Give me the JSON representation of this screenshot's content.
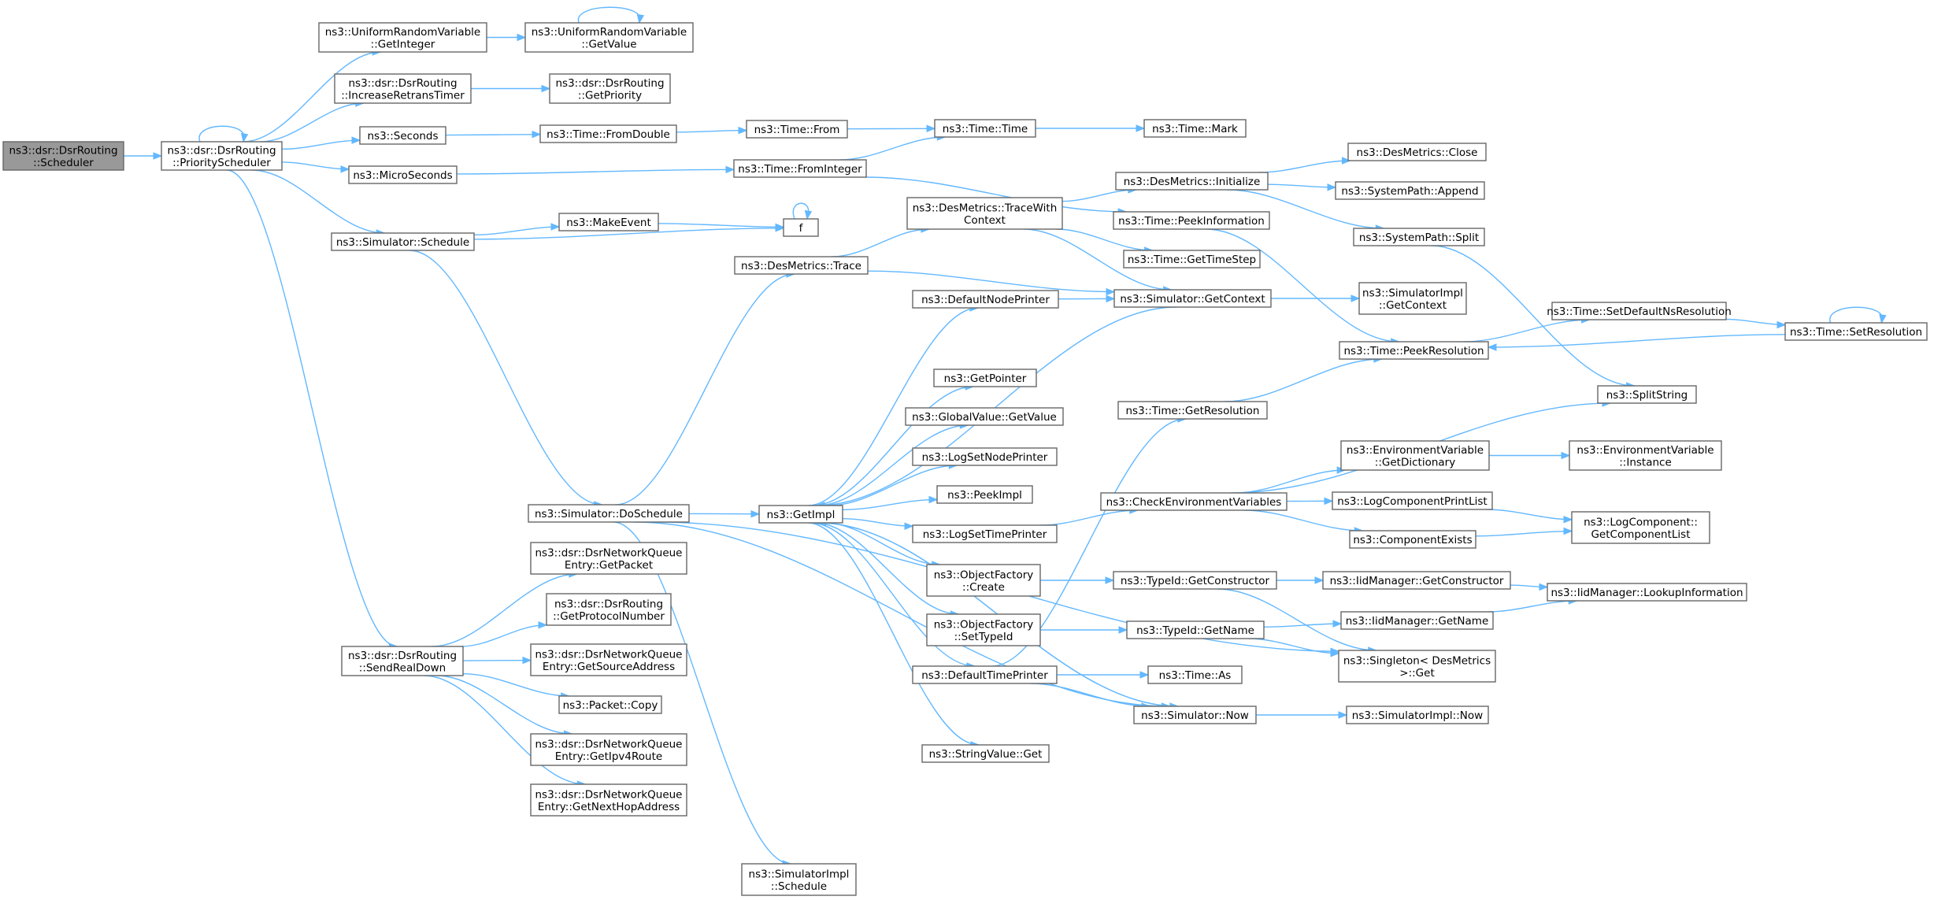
{
  "colors": {
    "edge": "#63b8ff",
    "node_border": "#666666",
    "node_fill": "#ffffff",
    "root_fill": "#999999",
    "background": "#ffffff"
  },
  "nodes": {
    "scheduler": [
      "ns3::dsr::DsrRouting",
      "::Scheduler"
    ],
    "priorityScheduler": [
      "ns3::dsr::DsrRouting",
      "::PriorityScheduler"
    ],
    "urvGetInteger": [
      "ns3::UniformRandomVariable",
      "::GetInteger"
    ],
    "urvGetValue": [
      "ns3::UniformRandomVariable",
      "::GetValue"
    ],
    "increaseRetransTimer": [
      "ns3::dsr::DsrRouting",
      "::IncreaseRetransTimer"
    ],
    "getPriority": [
      "ns3::dsr::DsrRouting",
      "::GetPriority"
    ],
    "seconds": [
      "ns3::Seconds"
    ],
    "timeFromDouble": [
      "ns3::Time::FromDouble"
    ],
    "timeFrom": [
      "ns3::Time::From"
    ],
    "timeTime": [
      "ns3::Time::Time"
    ],
    "timeMark": [
      "ns3::Time::Mark"
    ],
    "microSeconds": [
      "ns3::MicroSeconds"
    ],
    "timeFromInteger": [
      "ns3::Time::FromInteger"
    ],
    "simSchedule": [
      "ns3::Simulator::Schedule"
    ],
    "makeEvent": [
      "ns3::MakeEvent"
    ],
    "f": [
      "f"
    ],
    "desTraceWithContext": [
      "ns3::DesMetrics::TraceWith",
      "Context"
    ],
    "desInitialize": [
      "ns3::DesMetrics::Initialize"
    ],
    "desClose": [
      "ns3::DesMetrics::Close"
    ],
    "sysPathAppend": [
      "ns3::SystemPath::Append"
    ],
    "sysPathSplit": [
      "ns3::SystemPath::Split"
    ],
    "timePeekInformation": [
      "ns3::Time::PeekInformation"
    ],
    "timeGetTimeStep": [
      "ns3::Time::GetTimeStep"
    ],
    "desTrace": [
      "ns3::DesMetrics::Trace"
    ],
    "simGetContext": [
      "ns3::Simulator::GetContext"
    ],
    "simImplGetContext": [
      "ns3::SimulatorImpl",
      "::GetContext"
    ],
    "defaultNodePrinter": [
      "ns3::DefaultNodePrinter"
    ],
    "getPointer": [
      "ns3::GetPointer"
    ],
    "globalValueGetValue": [
      "ns3::GlobalValue::GetValue"
    ],
    "logSetNodePrinter": [
      "ns3::LogSetNodePrinter"
    ],
    "peekImpl": [
      "ns3::PeekImpl"
    ],
    "getImpl": [
      "ns3::GetImpl"
    ],
    "logSetTimePrinter": [
      "ns3::LogSetTimePrinter"
    ],
    "timeSetDefaultNsResolution": [
      "ns3::Time::SetDefaultNsResolution"
    ],
    "timeSetResolution": [
      "ns3::Time::SetResolution"
    ],
    "timePeekResolution": [
      "ns3::Time::PeekResolution"
    ],
    "splitString": [
      "ns3::SplitString"
    ],
    "timeGetResolution": [
      "ns3::Time::GetResolution"
    ],
    "envGetDictionary": [
      "ns3::EnvironmentVariable",
      "::GetDictionary"
    ],
    "envInstance": [
      "ns3::EnvironmentVariable",
      "::Instance"
    ],
    "checkEnvVars": [
      "ns3::CheckEnvironmentVariables"
    ],
    "logComponentPrintList": [
      "ns3::LogComponentPrintList"
    ],
    "componentExists": [
      "ns3::ComponentExists"
    ],
    "logComponentGetList": [
      "ns3::LogComponent::",
      "GetComponentList"
    ],
    "simDoSchedule": [
      "ns3::Simulator::DoSchedule"
    ],
    "objFactoryCreate": [
      "ns3::ObjectFactory",
      "::Create"
    ],
    "typeIdGetConstructor": [
      "ns3::TypeId::GetConstructor"
    ],
    "iidGetConstructor": [
      "ns3::IidManager::GetConstructor"
    ],
    "iidLookupInformation": [
      "ns3::IidManager::LookupInformation"
    ],
    "objFactorySetTypeId": [
      "ns3::ObjectFactory",
      "::SetTypeId"
    ],
    "typeIdGetName": [
      "ns3::TypeId::GetName"
    ],
    "iidGetName": [
      "ns3::IidManager::GetName"
    ],
    "singletonGet": [
      "ns3::Singleton< DesMetrics",
      ">::Get"
    ],
    "defaultTimePrinter": [
      "ns3::DefaultTimePrinter"
    ],
    "timeAs": [
      "ns3::Time::As"
    ],
    "simNow": [
      "ns3::Simulator::Now"
    ],
    "simImplNow": [
      "ns3::SimulatorImpl::Now"
    ],
    "stringValueGet": [
      "ns3::StringValue::Get"
    ],
    "simImplSchedule": [
      "ns3::SimulatorImpl",
      "::Schedule"
    ],
    "nqGetPacket": [
      "ns3::dsr::DsrNetworkQueue",
      "Entry::GetPacket"
    ],
    "getProtocolNumber": [
      "ns3::dsr::DsrRouting",
      "::GetProtocolNumber"
    ],
    "nqGetSourceAddress": [
      "ns3::dsr::DsrNetworkQueue",
      "Entry::GetSourceAddress"
    ],
    "packetCopy": [
      "ns3::Packet::Copy"
    ],
    "nqGetIpv4Route": [
      "ns3::dsr::DsrNetworkQueue",
      "Entry::GetIpv4Route"
    ],
    "nqGetNextHopAddress": [
      "ns3::dsr::DsrNetworkQueue",
      "Entry::GetNextHopAddress"
    ],
    "sendRealDown": [
      "ns3::dsr::DsrRouting",
      "::SendRealDown"
    ]
  },
  "edges": [
    [
      "scheduler",
      "priorityScheduler"
    ],
    [
      "priorityScheduler",
      "priorityScheduler"
    ],
    [
      "priorityScheduler",
      "urvGetInteger"
    ],
    [
      "priorityScheduler",
      "increaseRetransTimer"
    ],
    [
      "priorityScheduler",
      "seconds"
    ],
    [
      "priorityScheduler",
      "microSeconds"
    ],
    [
      "priorityScheduler",
      "simSchedule"
    ],
    [
      "priorityScheduler",
      "sendRealDown"
    ],
    [
      "urvGetInteger",
      "urvGetValue"
    ],
    [
      "urvGetValue",
      "urvGetValue"
    ],
    [
      "increaseRetransTimer",
      "getPriority"
    ],
    [
      "seconds",
      "timeFromDouble"
    ],
    [
      "timeFromDouble",
      "timeFrom"
    ],
    [
      "timeFrom",
      "timeTime"
    ],
    [
      "timeTime",
      "timeMark"
    ],
    [
      "microSeconds",
      "timeFromInteger"
    ],
    [
      "timeFromInteger",
      "timeTime"
    ],
    [
      "timeFromInteger",
      "timePeekInformation"
    ],
    [
      "simSchedule",
      "makeEvent"
    ],
    [
      "simSchedule",
      "f"
    ],
    [
      "simSchedule",
      "simDoSchedule"
    ],
    [
      "makeEvent",
      "f"
    ],
    [
      "f",
      "f"
    ],
    [
      "desTraceWithContext",
      "desInitialize"
    ],
    [
      "desTraceWithContext",
      "timeGetTimeStep"
    ],
    [
      "desTraceWithContext",
      "simGetContext"
    ],
    [
      "desInitialize",
      "desClose"
    ],
    [
      "desInitialize",
      "sysPathAppend"
    ],
    [
      "desInitialize",
      "sysPathSplit"
    ],
    [
      "sysPathSplit",
      "splitString"
    ],
    [
      "timePeekInformation",
      "timePeekResolution"
    ],
    [
      "desTrace",
      "desTraceWithContext"
    ],
    [
      "desTrace",
      "simGetContext"
    ],
    [
      "simGetContext",
      "simImplGetContext"
    ],
    [
      "simGetContext",
      "getImpl"
    ],
    [
      "defaultNodePrinter",
      "simGetContext"
    ],
    [
      "getImpl",
      "defaultNodePrinter"
    ],
    [
      "getImpl",
      "getPointer"
    ],
    [
      "getImpl",
      "globalValueGetValue"
    ],
    [
      "getImpl",
      "logSetNodePrinter"
    ],
    [
      "getImpl",
      "peekImpl"
    ],
    [
      "getImpl",
      "logSetTimePrinter"
    ],
    [
      "getImpl",
      "objFactoryCreate"
    ],
    [
      "getImpl",
      "objFactorySetTypeId"
    ],
    [
      "getImpl",
      "defaultTimePrinter"
    ],
    [
      "getImpl",
      "stringValueGet"
    ],
    [
      "getImpl",
      "simNow"
    ],
    [
      "logSetTimePrinter",
      "checkEnvVars"
    ],
    [
      "checkEnvVars",
      "splitString"
    ],
    [
      "checkEnvVars",
      "envGetDictionary"
    ],
    [
      "checkEnvVars",
      "logComponentPrintList"
    ],
    [
      "checkEnvVars",
      "componentExists"
    ],
    [
      "envGetDictionary",
      "envInstance"
    ],
    [
      "logComponentPrintList",
      "logComponentGetList"
    ],
    [
      "componentExists",
      "logComponentGetList"
    ],
    [
      "timeGetResolution",
      "timePeekResolution"
    ],
    [
      "timePeekResolution",
      "timeSetDefaultNsResolution"
    ],
    [
      "timeSetDefaultNsResolution",
      "timeSetResolution"
    ],
    [
      "timeSetResolution",
      "timeSetResolution"
    ],
    [
      "timeSetResolution",
      "timePeekResolution"
    ],
    [
      "simDoSchedule",
      "desTrace"
    ],
    [
      "simDoSchedule",
      "getImpl"
    ],
    [
      "simDoSchedule",
      "simNow"
    ],
    [
      "simDoSchedule",
      "singletonGet"
    ],
    [
      "simDoSchedule",
      "simImplSchedule"
    ],
    [
      "objFactoryCreate",
      "typeIdGetConstructor"
    ],
    [
      "typeIdGetConstructor",
      "iidGetConstructor"
    ],
    [
      "typeIdGetConstructor",
      "singletonGet"
    ],
    [
      "iidGetConstructor",
      "iidLookupInformation"
    ],
    [
      "objFactorySetTypeId",
      "typeIdGetName"
    ],
    [
      "typeIdGetName",
      "iidGetName"
    ],
    [
      "typeIdGetName",
      "singletonGet"
    ],
    [
      "iidGetName",
      "iidLookupInformation"
    ],
    [
      "defaultTimePrinter",
      "timeGetResolution"
    ],
    [
      "defaultTimePrinter",
      "timeAs"
    ],
    [
      "defaultTimePrinter",
      "simNow"
    ],
    [
      "simNow",
      "getImpl"
    ],
    [
      "simNow",
      "simImplNow"
    ],
    [
      "sendRealDown",
      "nqGetPacket"
    ],
    [
      "sendRealDown",
      "getProtocolNumber"
    ],
    [
      "sendRealDown",
      "nqGetSourceAddress"
    ],
    [
      "sendRealDown",
      "packetCopy"
    ],
    [
      "sendRealDown",
      "nqGetIpv4Route"
    ],
    [
      "sendRealDown",
      "nqGetNextHopAddress"
    ]
  ]
}
